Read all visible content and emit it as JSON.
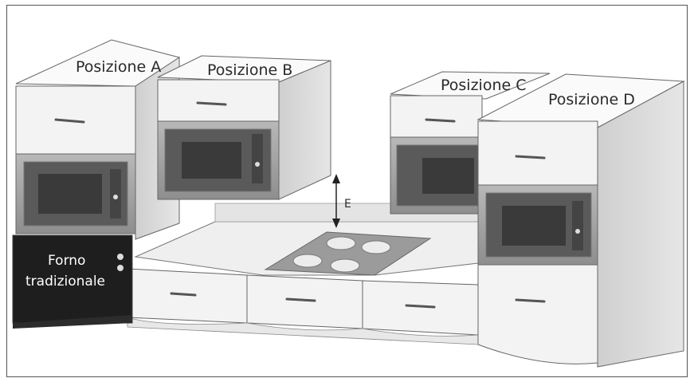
{
  "labels": {
    "pos_a": "Posizione A",
    "pos_b": "Posizione B",
    "pos_c": "Posizione C",
    "pos_d": "Posizione D",
    "e": "E",
    "forno_line1": "Forno",
    "forno_line2": "tradizionale"
  },
  "colors": {
    "outline": "#555555",
    "cabinet_front": "#f3f3f3",
    "cabinet_side": "#d9d9d9",
    "cabinet_top": "#fafafa",
    "microwave_frame": "#9a9a9a",
    "microwave_glass": "#3a3a3a",
    "oven_body": "#1e1e1e",
    "hob_surface": "#9b9b9b",
    "hob_burner": "#ececec"
  },
  "icons": [
    "handle-icon",
    "double-arrow-icon",
    "oven-knob-icon",
    "burner-icon"
  ]
}
